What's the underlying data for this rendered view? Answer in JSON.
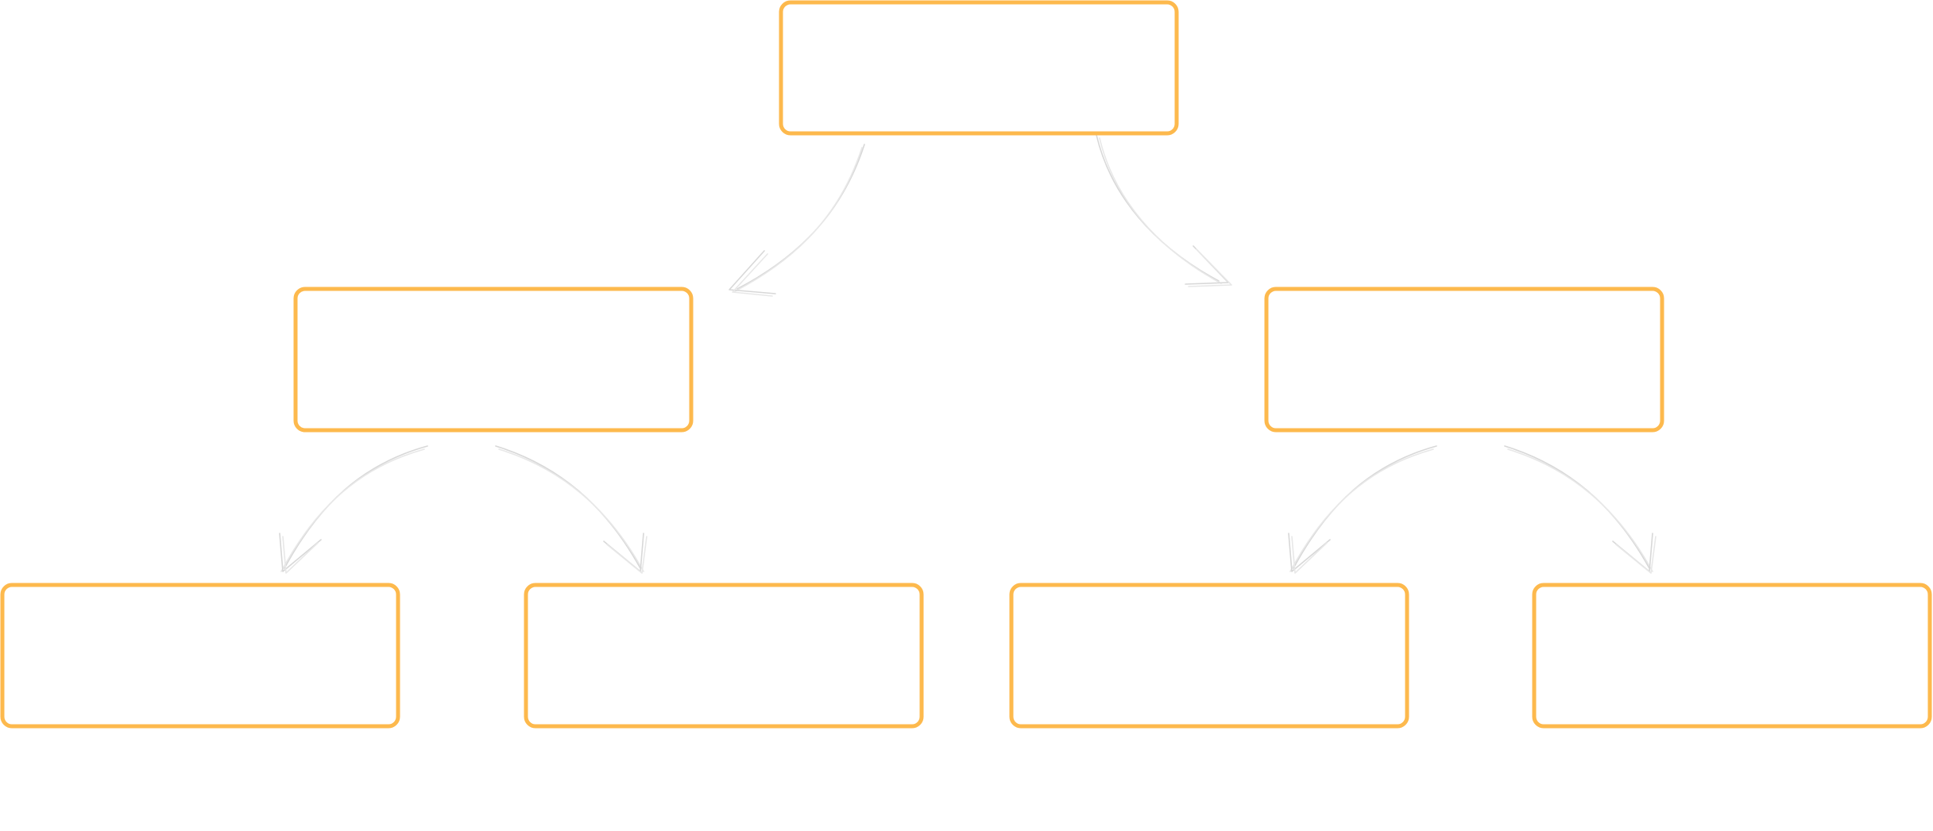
{
  "diagram": {
    "type": "tree",
    "colors": {
      "node_border": "#fdb94d",
      "node_fill": "#ffffff",
      "connector": "#d8d8d8",
      "background": "#ffffff"
    },
    "nodes": [
      {
        "id": "root",
        "label": ""
      },
      {
        "id": "level1-left",
        "label": ""
      },
      {
        "id": "level1-right",
        "label": ""
      },
      {
        "id": "level2-1",
        "label": ""
      },
      {
        "id": "level2-2",
        "label": ""
      },
      {
        "id": "level2-3",
        "label": ""
      },
      {
        "id": "level2-4",
        "label": ""
      }
    ],
    "edges": [
      {
        "from": "root",
        "to": "level1-left"
      },
      {
        "from": "root",
        "to": "level1-right"
      },
      {
        "from": "level1-left",
        "to": "level2-1"
      },
      {
        "from": "level1-left",
        "to": "level2-2"
      },
      {
        "from": "level1-right",
        "to": "level2-3"
      },
      {
        "from": "level1-right",
        "to": "level2-4"
      }
    ]
  }
}
